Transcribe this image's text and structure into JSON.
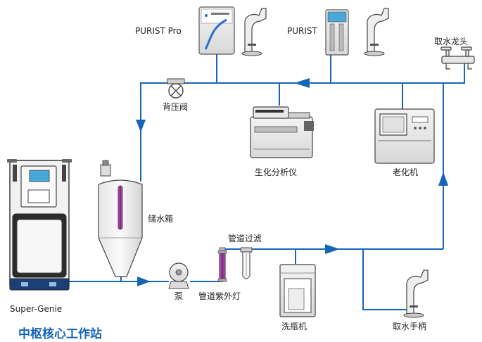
{
  "labels": {
    "purist_pro": "PURIST Pro",
    "purist": "PURIST",
    "faucet": "取水龙头",
    "back_pressure_valve": "背压阀",
    "biochem_analyzer": "生化分析仪",
    "aging_machine": "老化机",
    "storage_tank": "储水箱",
    "pipe_filter": "管道过滤",
    "pump": "泵",
    "pipe_uv_lamp": "管道紫外灯",
    "bottle_washer": "洗瓶机",
    "water_handle": "取水手柄",
    "super_genie": "Super-Genie",
    "hub_title": "中枢核心工作站"
  },
  "colors": {
    "pipe": "#1565b8",
    "text": "#222222",
    "title": "#1565b8",
    "uv": "#9b2d9b"
  },
  "icons": [
    "valve-icon",
    "pump-icon",
    "faucet-icon",
    "dispenser-icon"
  ]
}
